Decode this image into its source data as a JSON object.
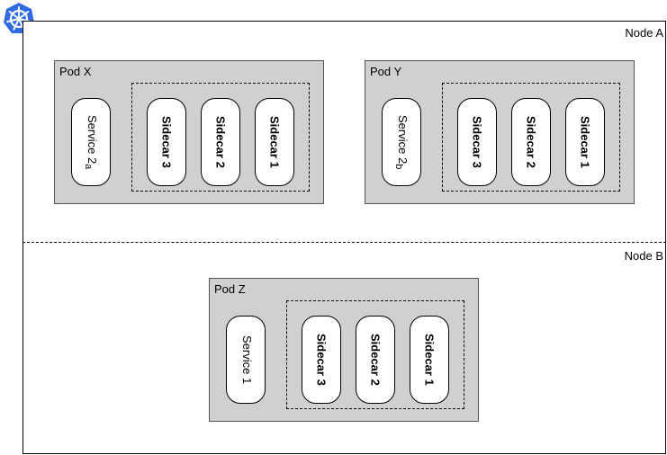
{
  "nodes": [
    {
      "label": "Node A"
    },
    {
      "label": "Node B"
    }
  ],
  "pods": [
    {
      "label": "Pod X",
      "service": {
        "name": "Service 2",
        "sub": "a"
      },
      "sidecars": [
        "Sidecar 3",
        "Sidecar 2",
        "Sidecar 1"
      ]
    },
    {
      "label": "Pod Y",
      "service": {
        "name": "Service 2",
        "sub": "b"
      },
      "sidecars": [
        "Sidecar 3",
        "Sidecar 2",
        "Sidecar 1"
      ]
    },
    {
      "label": "Pod Z",
      "service": {
        "name": "Service 1",
        "sub": ""
      },
      "sidecars": [
        "Sidecar 3",
        "Sidecar 2",
        "Sidecar 1"
      ]
    }
  ],
  "logo": {
    "icon": "kubernetes-helm-icon",
    "color": "#326ce5"
  }
}
